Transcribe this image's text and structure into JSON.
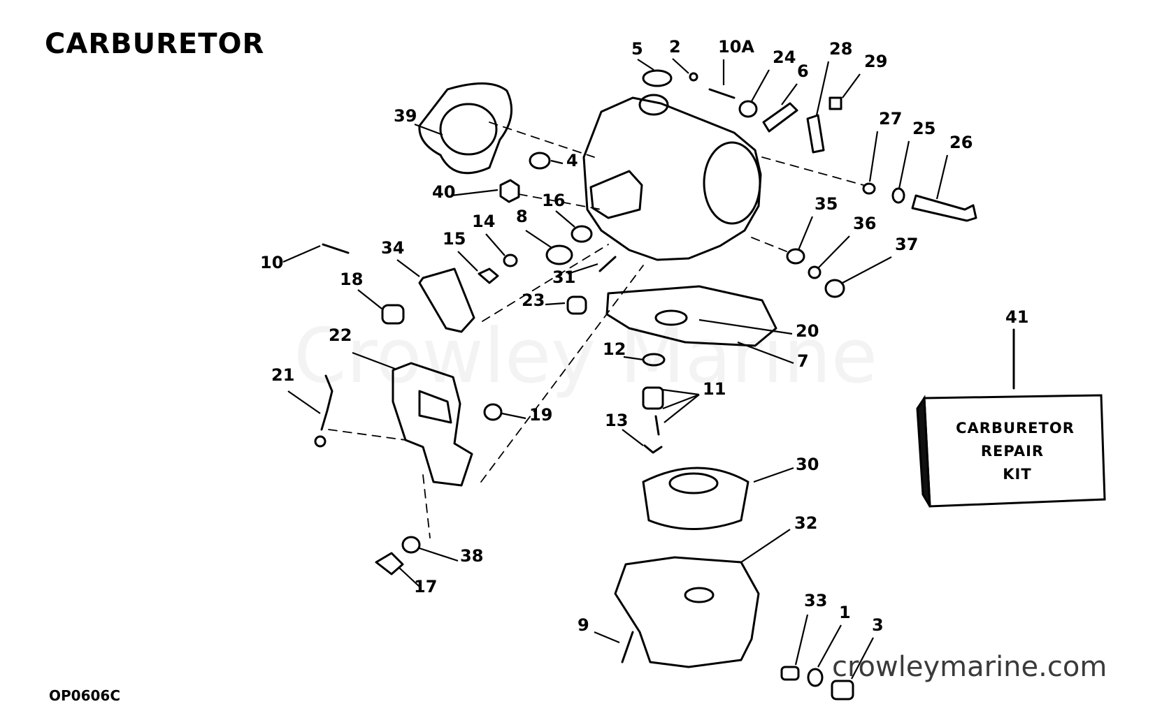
{
  "title": "CARBURETOR",
  "drawing_code": "OP0606C",
  "watermark": "Crowley Marine",
  "site_url": "crowleymarine.com",
  "kit_box": {
    "callout": "41",
    "lines": [
      "CARBURETOR",
      "REPAIR",
      "KIT"
    ]
  },
  "callouts": [
    "1",
    "2",
    "3",
    "4",
    "5",
    "6",
    "7",
    "8",
    "9",
    "10",
    "10A",
    "11",
    "12",
    "13",
    "14",
    "15",
    "16",
    "17",
    "18",
    "19",
    "20",
    "21",
    "22",
    "23",
    "24",
    "25",
    "26",
    "27",
    "28",
    "29",
    "30",
    "31",
    "32",
    "33",
    "34",
    "35",
    "36",
    "37",
    "38",
    "39",
    "40",
    "41"
  ]
}
